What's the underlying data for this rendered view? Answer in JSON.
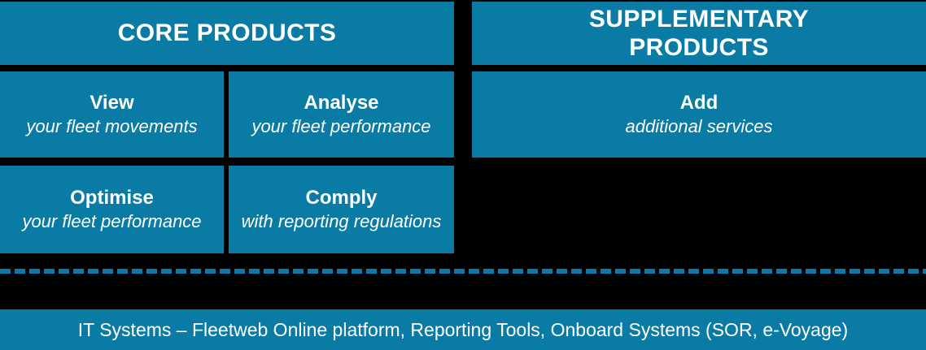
{
  "diagram": {
    "columns": [
      {
        "id": "core",
        "header": {
          "lines": [
            "CORE PRODUCTS"
          ]
        },
        "cells": [
          {
            "title": "View",
            "subtitle": "your fleet movements"
          },
          {
            "title": "Analyse",
            "subtitle": "your fleet performance"
          },
          {
            "title": "Optimise",
            "subtitle": "your fleet performance"
          },
          {
            "title": "Comply",
            "subtitle": "with reporting regulations"
          }
        ]
      },
      {
        "id": "supplementary",
        "header": {
          "lines": [
            "SUPPLEMENTARY",
            "PRODUCTS"
          ]
        },
        "cells": [
          {
            "title": "Add",
            "subtitle": "additional services"
          }
        ]
      }
    ],
    "divider": {
      "style": "dashed",
      "color": "#0a7ba5"
    },
    "footer": {
      "label": "IT Systems – Fleetweb Online platform, Reporting Tools, Onboard Systems (SOR, e-Voyage)"
    },
    "colors": {
      "accent": "#0a7ba5",
      "background": "#000000",
      "text": "#ffffff"
    }
  }
}
